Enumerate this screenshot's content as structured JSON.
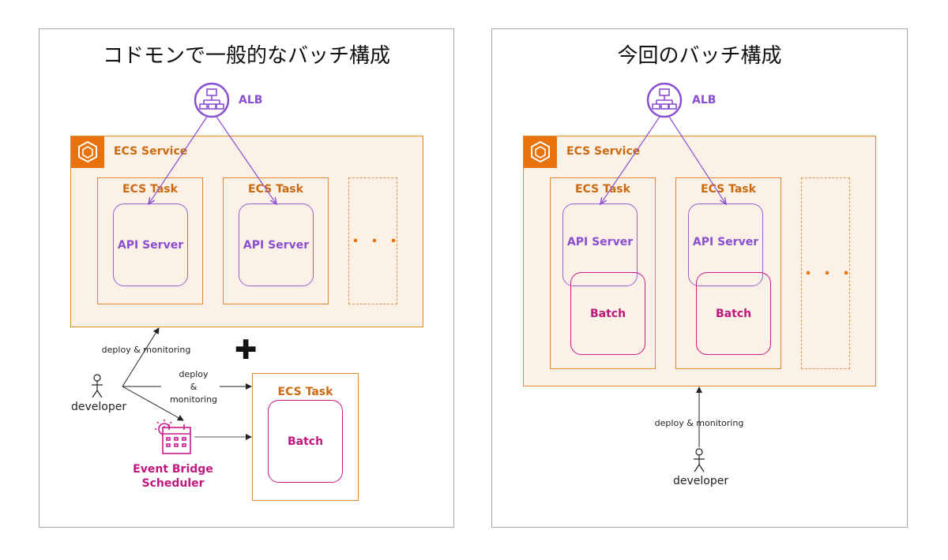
{
  "left": {
    "title": "コドモンで一般的なバッチ構成",
    "alb_label": "ALB",
    "service_label": "ECS Service",
    "tasks": [
      {
        "label": "ECS Task",
        "api": "API Server"
      },
      {
        "label": "ECS Task",
        "api": "API Server"
      }
    ],
    "more": "・・・",
    "plus": "✚",
    "deploy_monitoring_1": "deploy & monitoring",
    "deploy_monitoring_2": [
      "deploy",
      "&",
      "monitoring"
    ],
    "developer": "developer",
    "eventbridge": [
      "Event Bridge",
      "Scheduler"
    ],
    "batch_task": {
      "label": "ECS Task",
      "batch": "Batch"
    }
  },
  "right": {
    "title": "今回のバッチ構成",
    "alb_label": "ALB",
    "service_label": "ECS Service",
    "tasks": [
      {
        "label": "ECS Task",
        "api": "API Server",
        "batch": "Batch"
      },
      {
        "label": "ECS Task",
        "api": "API Server",
        "batch": "Batch"
      }
    ],
    "more": "・・・",
    "deploy_monitoring": "deploy & monitoring",
    "developer": "developer"
  },
  "colors": {
    "orange": "#e8720c",
    "purple": "#8a4fd0",
    "magenta": "#c0177f"
  },
  "icons": [
    "alb-icon",
    "ecs-service-icon",
    "person-icon",
    "eventbridge-scheduler-icon",
    "plus-icon"
  ]
}
